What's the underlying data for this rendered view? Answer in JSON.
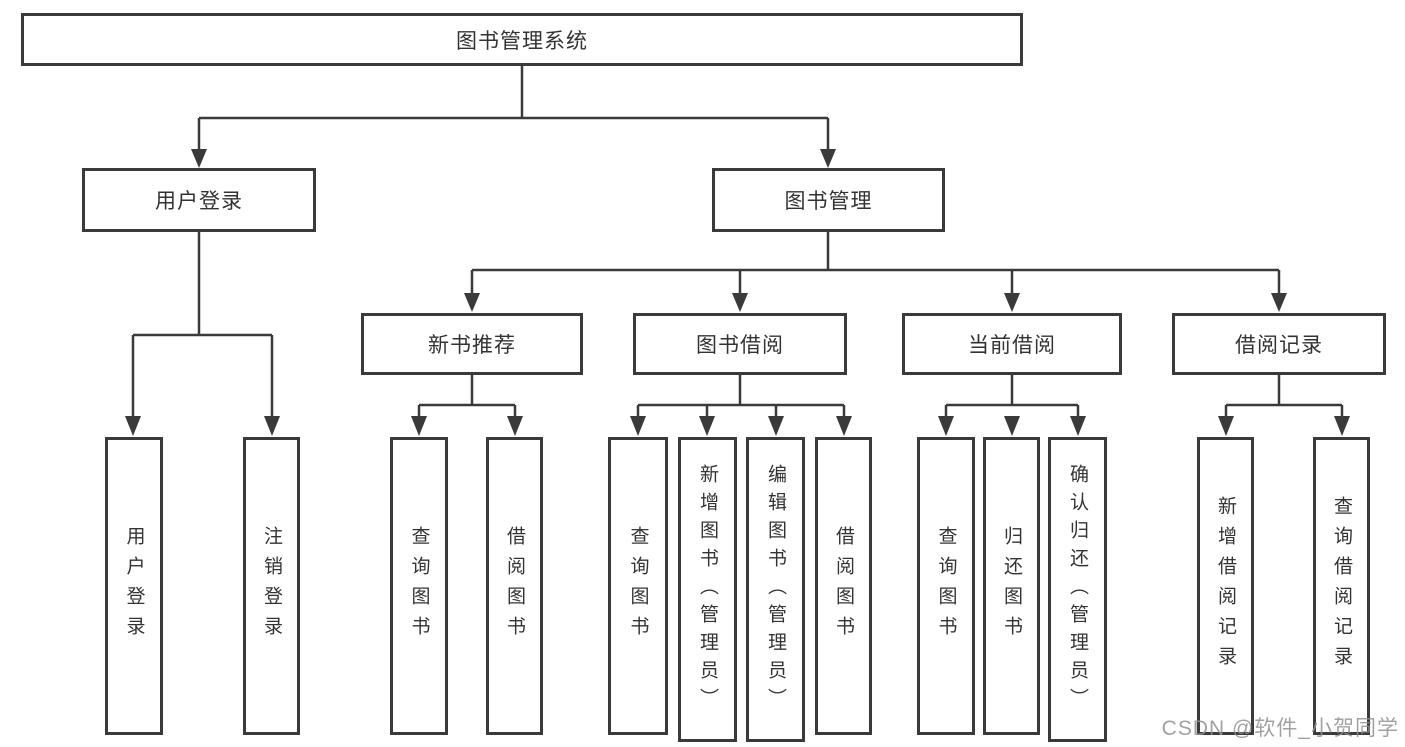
{
  "diagram": {
    "root": {
      "label": "图书管理系统"
    },
    "branches": [
      {
        "label": "用户登录",
        "children": [
          {
            "label": "用户登录"
          },
          {
            "label": "注销登录"
          }
        ]
      },
      {
        "label": "图书管理",
        "children": [
          {
            "label": "新书推荐",
            "children": [
              {
                "label": "查询图书"
              },
              {
                "label": "借阅图书"
              }
            ]
          },
          {
            "label": "图书借阅",
            "children": [
              {
                "label": "查询图书"
              },
              {
                "label": "新增图书（管理员）"
              },
              {
                "label": "编辑图书（管理员）"
              },
              {
                "label": "借阅图书"
              }
            ]
          },
          {
            "label": "当前借阅",
            "children": [
              {
                "label": "查询图书"
              },
              {
                "label": "归还图书"
              },
              {
                "label": "确认归还（管理员）"
              }
            ]
          },
          {
            "label": "借阅记录",
            "children": [
              {
                "label": "新增借阅记录"
              },
              {
                "label": "查询借阅记录"
              }
            ]
          }
        ]
      }
    ]
  },
  "watermark": {
    "text": "CSDN @软件_小贺同学",
    "color": "#919191"
  },
  "colors": {
    "line": "#3a3a3a",
    "border": "#3a3a3a",
    "text": "#333333",
    "background": "#ffffff"
  }
}
